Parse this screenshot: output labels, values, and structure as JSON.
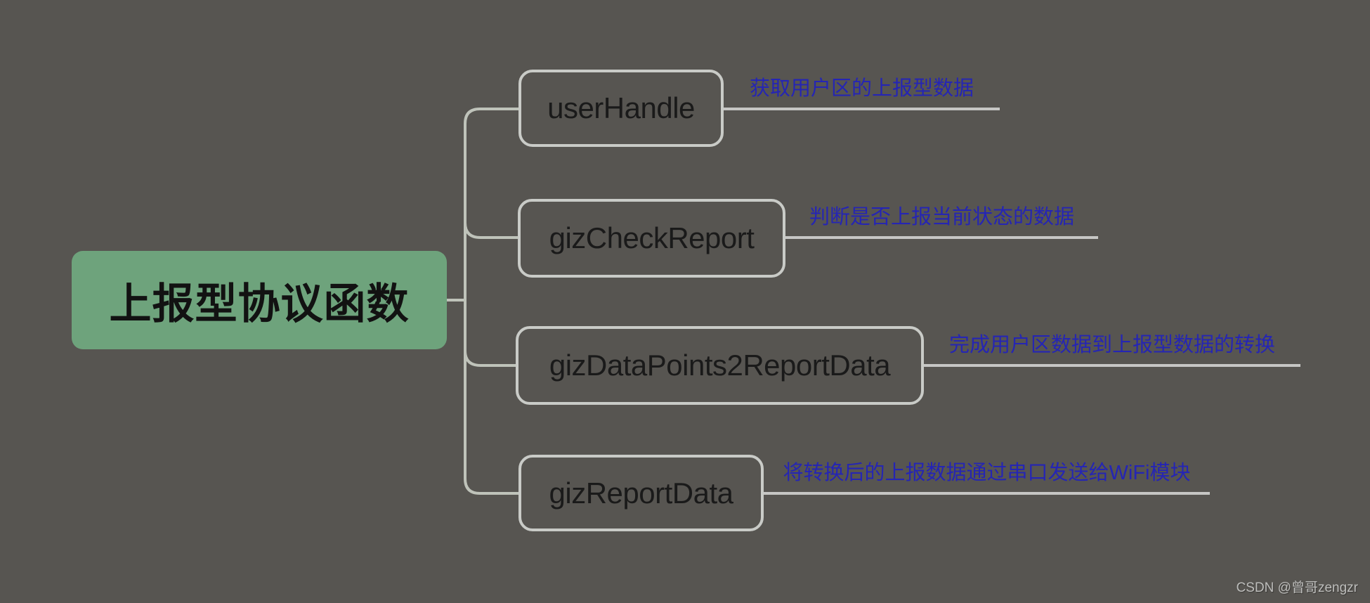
{
  "diagram": {
    "root": {
      "label": "上报型协议函数"
    },
    "branches": [
      {
        "label": "userHandle",
        "note": "获取用户区的上报型数据"
      },
      {
        "label": "gizCheckReport",
        "note": "判断是否上报当前状态的数据"
      },
      {
        "label": "gizDataPoints2ReportData",
        "note": "完成用户区数据到上报型数据的转换"
      },
      {
        "label": "gizReportData",
        "note": "将转换后的上报数据通过串口发送给WiFi模块"
      }
    ]
  },
  "watermark": {
    "text": "CSDN @曾哥zengzr"
  },
  "colors": {
    "background": "#575551",
    "root_fill": "#6EA37C",
    "root_text": "#121212",
    "node_border": "#C9CBC7",
    "node_text": "#1A1A1A",
    "connector": "#BFC3BA",
    "note_text": "#2525B4",
    "note_line": "#C6C6C4",
    "watermark_text": "#BDBDBB"
  }
}
